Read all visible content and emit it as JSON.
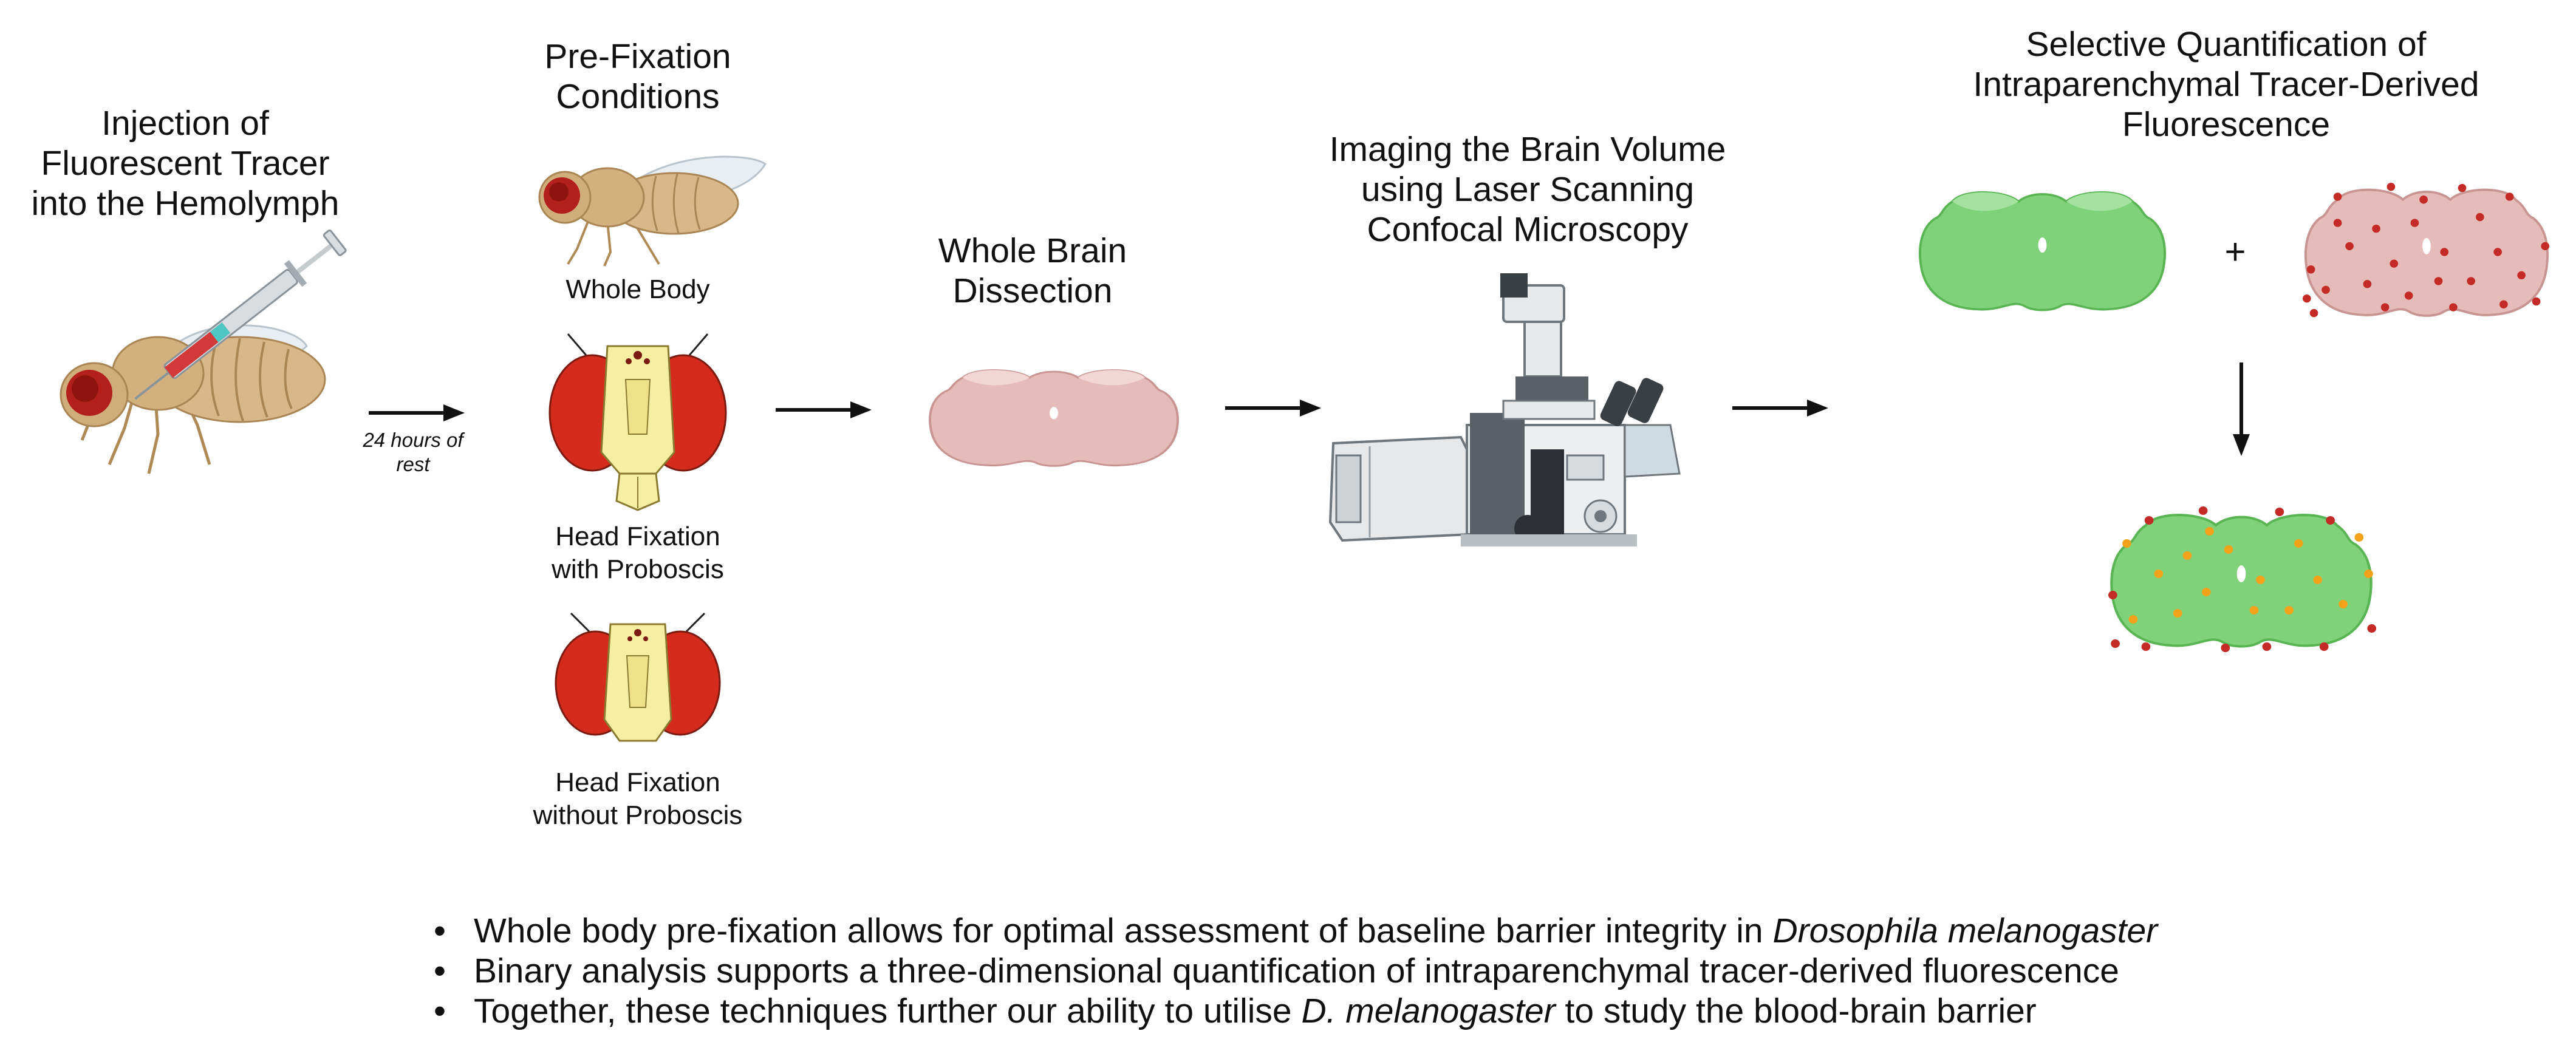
{
  "steps": {
    "injection": {
      "title": "Injection of\nFluorescent Tracer\ninto the Hemolymph",
      "rest_note": "24 hours of\nrest"
    },
    "prefixation": {
      "title": "Pre-Fixation\nConditions",
      "conditions": [
        {
          "label": "Whole Body"
        },
        {
          "label": "Head Fixation\nwith Proboscis"
        },
        {
          "label": "Head Fixation\nwithout Proboscis"
        }
      ]
    },
    "dissection": {
      "title": "Whole Brain\nDissection"
    },
    "imaging": {
      "title": "Imaging the Brain Volume\nusing Laser Scanning\nConfocal Microscopy"
    },
    "quantification": {
      "title": "Selective Quantification of\nIntraparenchymal Tracer-Derived\nFluorescence",
      "plus": "+"
    }
  },
  "bullets": [
    {
      "before": "Whole body pre-fixation allows for optimal assessment of baseline barrier integrity in ",
      "italic": "Drosophila melanogaster",
      "after": ""
    },
    {
      "before": "Binary analysis supports a three-dimensional quantification of intraparenchymal tracer-derived fluorescence",
      "italic": "",
      "after": ""
    },
    {
      "before": "Together, these techniques further our ability to utilise ",
      "italic": "D. melanogaster",
      "after": " to study the blood-brain barrier"
    }
  ],
  "colors": {
    "brain_pink": "#e6bcba",
    "brain_green": "#7fd27a",
    "tracer_red": "#c42a26",
    "merged_orange": "#f4a21a",
    "fly_eye_red": "#d42b1c",
    "fly_head_yellow": "#f6eea0"
  },
  "icons": [
    "fly-syringe-icon",
    "fly-whole-body-icon",
    "fly-head-proboscis-icon",
    "fly-head-no-proboscis-icon",
    "brain-icon",
    "confocal-microscope-icon",
    "brain-green-icon",
    "brain-red-dots-icon",
    "brain-merged-icon",
    "arrow-icon"
  ]
}
